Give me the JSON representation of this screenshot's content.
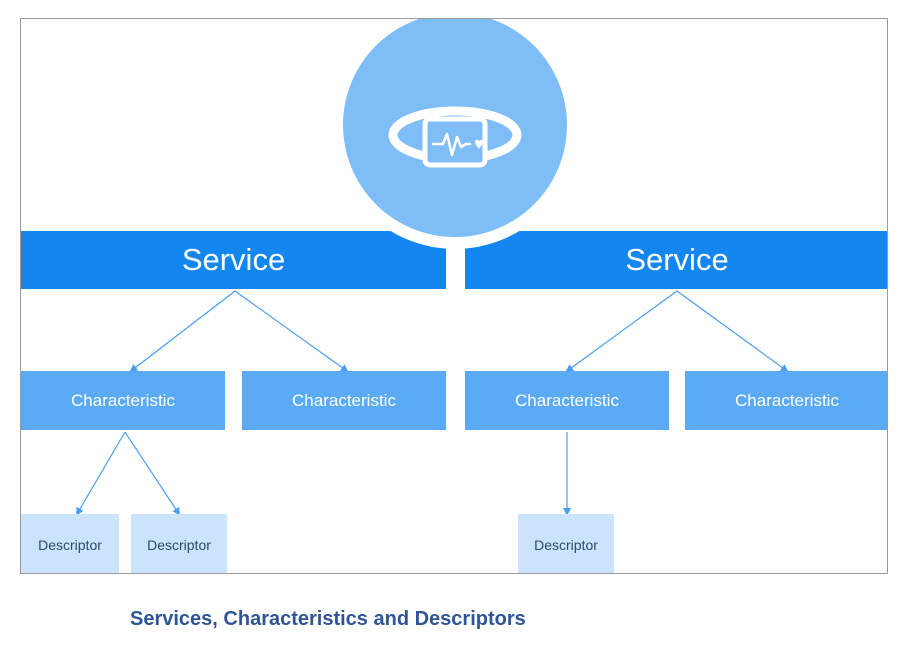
{
  "diagram": {
    "services": [
      {
        "label": "Service"
      },
      {
        "label": "Service"
      }
    ],
    "characteristics": [
      {
        "label": "Characteristic"
      },
      {
        "label": "Characteristic"
      },
      {
        "label": "Characteristic"
      },
      {
        "label": "Characteristic"
      }
    ],
    "descriptors": [
      {
        "label": "Descriptor"
      },
      {
        "label": "Descriptor"
      },
      {
        "label": "Descriptor"
      }
    ],
    "device_icon": "heart-rate-band-icon"
  },
  "caption": "Services, Characteristics and Descriptors",
  "colors": {
    "service": "#1486f0",
    "characteristic": "#5aaaf5",
    "descriptor": "#cce4fb",
    "device_circle": "#7fbdf7",
    "arrow": "#4a9ef0",
    "caption": "#2f5597"
  }
}
